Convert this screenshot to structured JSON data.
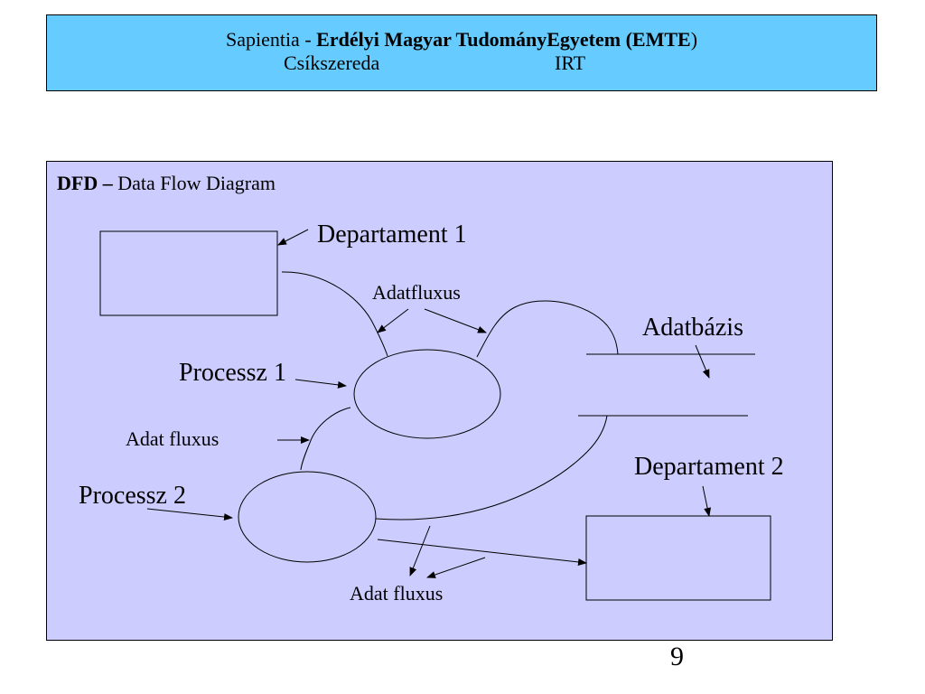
{
  "header": {
    "prefix": "Sapientia - ",
    "bold": "Erdélyi Magyar TudományEgyetem  (EMTE",
    "suffix": ")",
    "city": "Csíkszereda",
    "dept": "IRT"
  },
  "slide": {
    "title_bold": "DFD –",
    "title_rest": " Data Flow Diagram",
    "page_number": "9"
  },
  "diagram": {
    "departament1": "Departament 1",
    "departament2": "Departament  2",
    "adatfluxus_top": "Adatfluxus",
    "adatbazis": "Adatbázis",
    "processz1": "Processz 1",
    "processz2": "Processz 2",
    "adat_fluxus_left": "Adat fluxus",
    "adat_fluxus_bottom": "Adat fluxus"
  },
  "colors": {
    "header_bg": "#66ccff",
    "panel_bg": "#ccccff"
  }
}
